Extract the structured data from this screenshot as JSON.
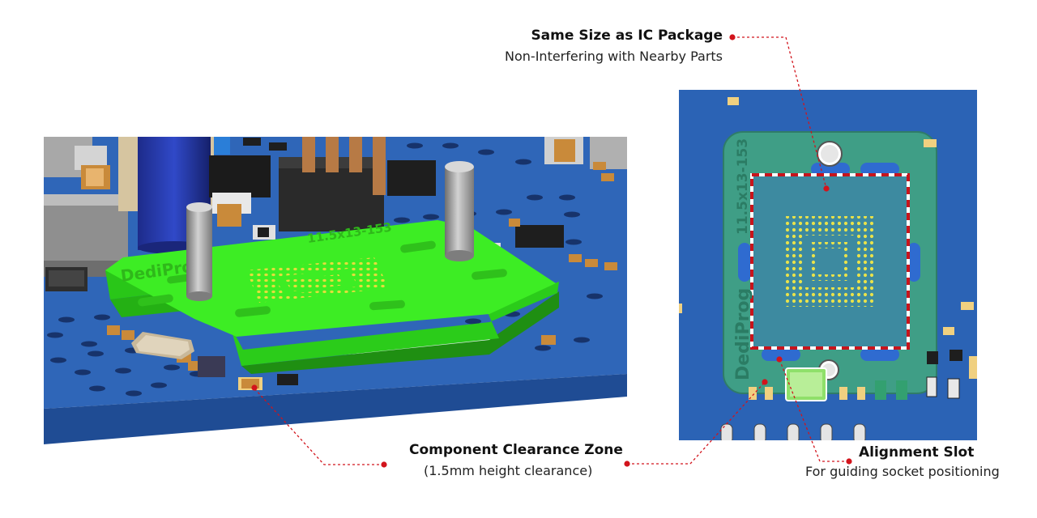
{
  "callouts": {
    "ic_package": {
      "title": "Same Size as IC Package",
      "subtitle": "Non-Interfering with Nearby Parts"
    },
    "clearance_zone": {
      "title": "Component Clearance Zone",
      "subtitle": "(1.5mm height clearance)"
    },
    "alignment_slot": {
      "title": "Alignment Slot",
      "subtitle": "For guiding socket positioning"
    }
  },
  "socket": {
    "brand": "DediProg",
    "size_code": "11.5x13-153"
  },
  "colors": {
    "pcb_blue": "#2b63b5",
    "socket_green": "#33e11e",
    "socket_teal": "#3f9e86",
    "leader_red": "#d2141c"
  }
}
